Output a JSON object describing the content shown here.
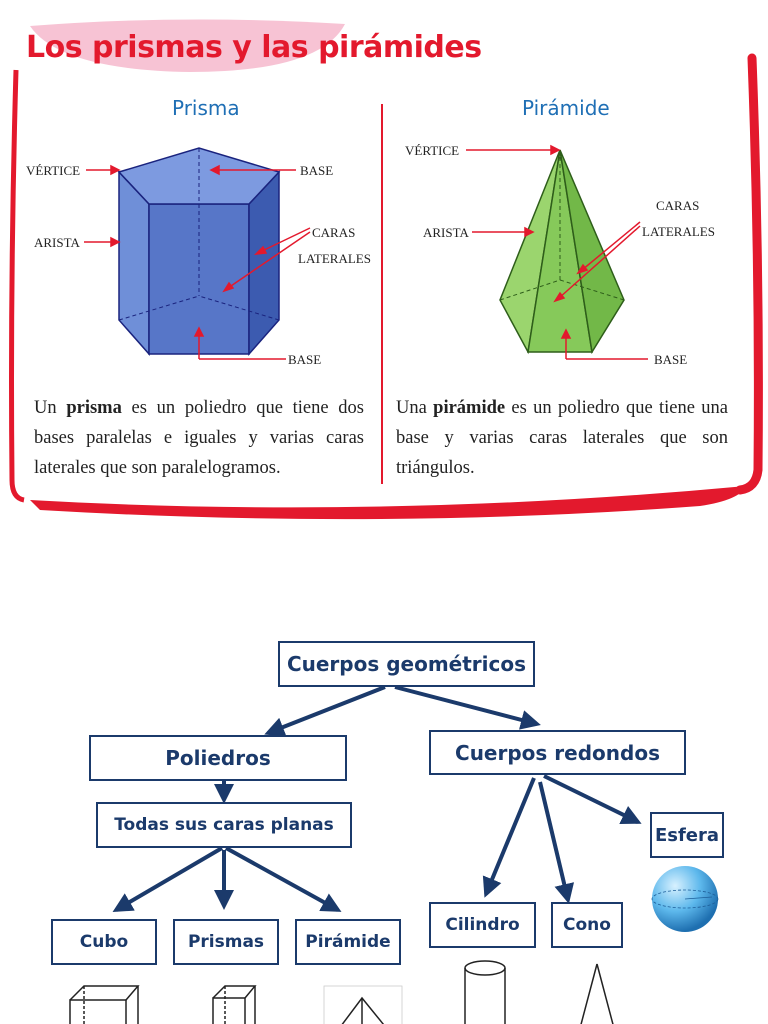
{
  "title": "Los prismas y las pirámides",
  "prism": {
    "heading": "Prisma",
    "labels": {
      "vertex": "VÉRTICE",
      "edge": "ARISTA",
      "base_top": "BASE",
      "faces_1": "CARAS",
      "faces_2": "LATERALES",
      "base_bottom": "BASE"
    },
    "desc_pre": "Un ",
    "desc_bold": "prisma",
    "desc_post": " es un poliedro que tiene dos bases paralelas e iguales y varias caras laterales que son paralelogramos."
  },
  "pyramid": {
    "heading": "Pirámide",
    "labels": {
      "vertex": "VÉRTICE",
      "edge": "ARISTA",
      "faces_1": "CARAS",
      "faces_2": "LATERALES",
      "base": "BASE"
    },
    "desc_pre": "Una ",
    "desc_bold": "pirámide",
    "desc_post": " es un poliedro que tiene una base y varias caras laterales que son triángulos."
  },
  "diagram": {
    "root": "Cuerpos geométricos",
    "polyhedra": "Poliedros",
    "flat_faces": "Todas sus caras planas",
    "round_bodies": "Cuerpos redondos",
    "cube": "Cubo",
    "prisms": "Prismas",
    "pyramid": "Pirámide",
    "cylinder": "Cilindro",
    "cone": "Cono",
    "sphere": "Esfera"
  },
  "colors": {
    "title": "#e3192d",
    "frame": "#e3192d",
    "heading": "#1f6fb5",
    "prism_fill": "#5b7fd0",
    "pyramid_fill": "#8fcf62",
    "diagram": "#1b3a6b"
  }
}
